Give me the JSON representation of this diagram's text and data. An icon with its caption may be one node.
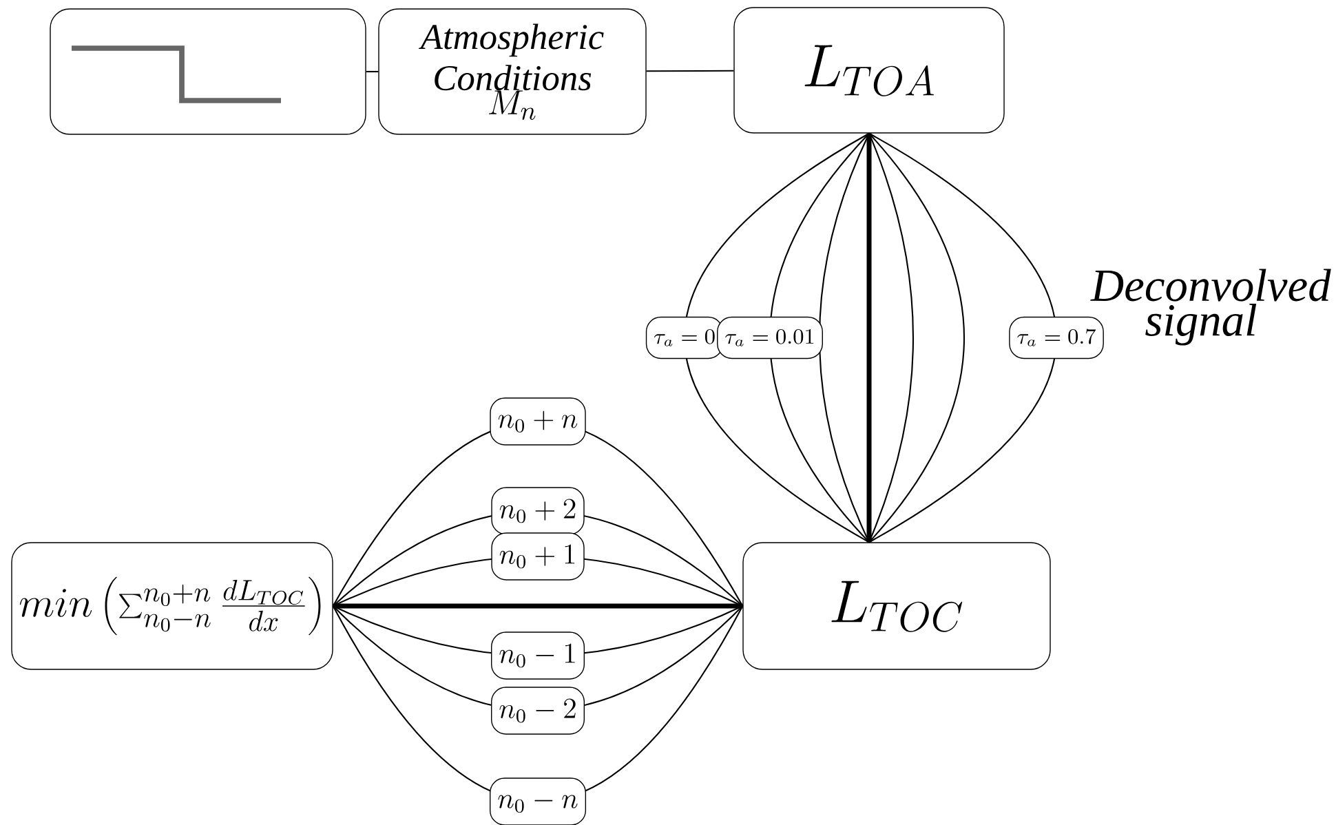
{
  "diagram": {
    "nodes": [
      {
        "text": [],
        "shape": "box"
      },
      {
        "text": [
          "Atmospheric Conditions",
          "M_n"
        ]
      },
      {
        "text": [
          "L_{TOA}"
        ]
      },
      {
        "text": [
          "L_{TOC}"
        ]
      },
      {
        "text": [
          "min\\left(\\sum_{n_0-n}^{n_0+n}\\frac{dL_{TOC}}{dx}\\right)"
        ]
      }
    ],
    "edges": [
      {
        "from": 0,
        "to": 1,
        "arrow": "none"
      },
      {
        "from": 1,
        "to": 2,
        "arrow": "none"
      },
      {
        "from": 2,
        "to": 3,
        "arrow": "none",
        "label": "\\tau_a=0"
      },
      {
        "from": 2,
        "to": 3,
        "arrow": "none",
        "label": "\\tau_a=0.01"
      },
      {
        "from": 2,
        "to": 3,
        "arrow": "none"
      },
      {
        "from": 2,
        "to": 3,
        "arrow": "none",
        "style": "thick"
      },
      {
        "from": 2,
        "to": 3,
        "arrow": "none"
      },
      {
        "from": 2,
        "to": 3,
        "arrow": "none"
      },
      {
        "from": 2,
        "to": 3,
        "arrow": "none",
        "label": "\\tau_a=0.7"
      },
      {
        "from": 4,
        "to": 3,
        "arrow": "none",
        "label": "n_0+n"
      },
      {
        "from": 4,
        "to": 3,
        "arrow": "none",
        "label": "n_0+2"
      },
      {
        "from": 4,
        "to": 3,
        "arrow": "none",
        "label": "n_0+1"
      },
      {
        "from": 4,
        "to": 3,
        "arrow": "none",
        "style": "thick"
      },
      {
        "from": 4,
        "to": 3,
        "arrow": "none",
        "label": "n_0-1"
      },
      {
        "from": 4,
        "to": 3,
        "arrow": "none",
        "label": "n_0-2"
      },
      {
        "from": 4,
        "to": 3,
        "arrow": "none",
        "label": "n_0-n"
      }
    ],
    "labels": [
      "Deconvolved signal"
    ]
  }
}
